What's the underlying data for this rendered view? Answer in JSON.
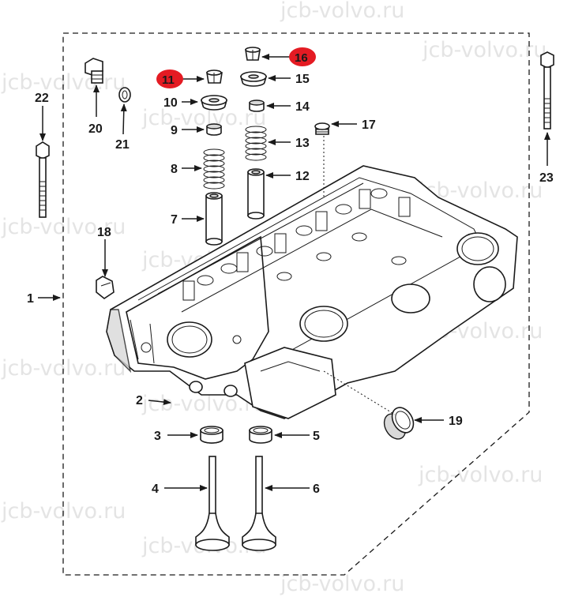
{
  "watermark_text": "jcb-volvo.ru",
  "highlight_color": "#e41b23",
  "labels": {
    "p1": "1",
    "p2": "2",
    "p3": "3",
    "p4": "4",
    "p5": "5",
    "p6": "6",
    "p7": "7",
    "p8": "8",
    "p9": "9",
    "p10": "10",
    "p11": "11",
    "p12": "12",
    "p13": "13",
    "p14": "14",
    "p15": "15",
    "p16": "16",
    "p17": "17",
    "p18": "18",
    "p19": "19",
    "p20": "20",
    "p21": "21",
    "p22": "22",
    "p23": "23"
  }
}
